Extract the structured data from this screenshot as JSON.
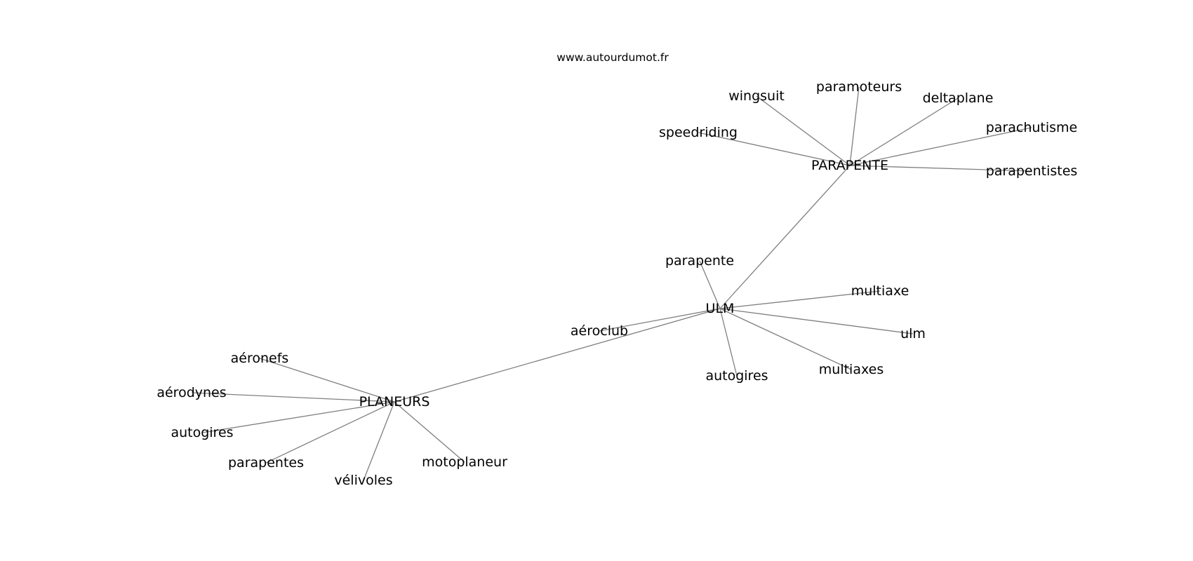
{
  "source": "www.autourdumot.fr",
  "hubs": [
    {
      "id": "ulm_hub",
      "label": "ULM"
    },
    {
      "id": "parapente_hub",
      "label": "PARAPENTE"
    },
    {
      "id": "planeurs_hub",
      "label": "PLANEURS"
    }
  ],
  "nodes": [
    {
      "id": "wingsuit",
      "label": "wingsuit"
    },
    {
      "id": "paramoteurs",
      "label": "paramoteurs"
    },
    {
      "id": "deltaplane",
      "label": "deltaplane"
    },
    {
      "id": "parachutisme",
      "label": "parachutisme"
    },
    {
      "id": "speedriding",
      "label": "speedriding"
    },
    {
      "id": "parapentistes",
      "label": "parapentistes"
    },
    {
      "id": "parapente",
      "label": "parapente"
    },
    {
      "id": "multiaxe",
      "label": "multiaxe"
    },
    {
      "id": "aeroclub",
      "label": "aéroclub"
    },
    {
      "id": "ulm",
      "label": "ulm"
    },
    {
      "id": "autogires_ulm",
      "label": "autogires"
    },
    {
      "id": "multiaxes",
      "label": "multiaxes"
    },
    {
      "id": "aeronefs",
      "label": "aéronefs"
    },
    {
      "id": "aerodynes",
      "label": "aérodynes"
    },
    {
      "id": "autogires_planeurs",
      "label": "autogires"
    },
    {
      "id": "parapentes",
      "label": "parapentes"
    },
    {
      "id": "motoplaneur",
      "label": "motoplaneur"
    },
    {
      "id": "velivoles",
      "label": "vélivoles"
    }
  ],
  "edges": [
    [
      "parapente_hub",
      "ulm_hub"
    ],
    [
      "planeurs_hub",
      "ulm_hub"
    ],
    [
      "parapente_hub",
      "wingsuit"
    ],
    [
      "parapente_hub",
      "paramoteurs"
    ],
    [
      "parapente_hub",
      "deltaplane"
    ],
    [
      "parapente_hub",
      "parachutisme"
    ],
    [
      "parapente_hub",
      "speedriding"
    ],
    [
      "parapente_hub",
      "parapentistes"
    ],
    [
      "ulm_hub",
      "parapente"
    ],
    [
      "ulm_hub",
      "multiaxe"
    ],
    [
      "ulm_hub",
      "aeroclub"
    ],
    [
      "ulm_hub",
      "ulm"
    ],
    [
      "ulm_hub",
      "autogires_ulm"
    ],
    [
      "ulm_hub",
      "multiaxes"
    ],
    [
      "planeurs_hub",
      "aeronefs"
    ],
    [
      "planeurs_hub",
      "aerodynes"
    ],
    [
      "planeurs_hub",
      "autogires_planeurs"
    ],
    [
      "planeurs_hub",
      "parapentes"
    ],
    [
      "planeurs_hub",
      "motoplaneur"
    ],
    [
      "planeurs_hub",
      "velivoles"
    ]
  ]
}
